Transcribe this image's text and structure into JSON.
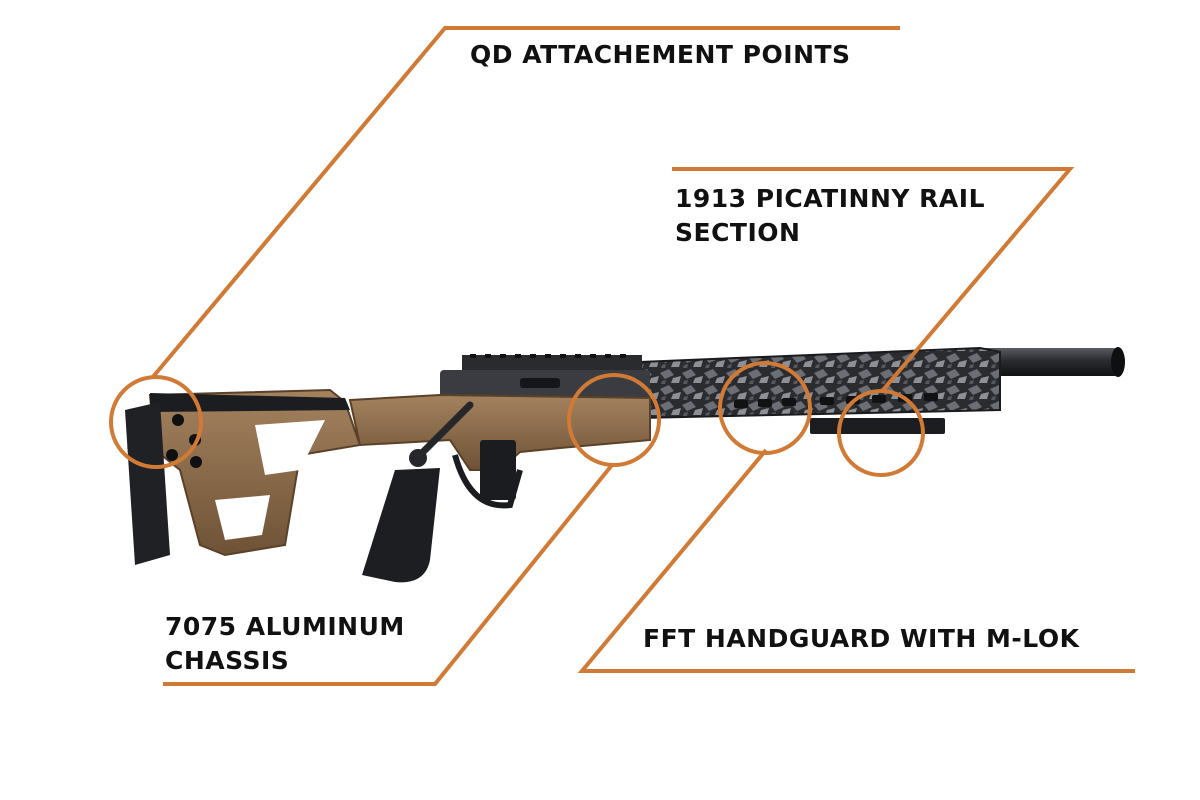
{
  "callouts": {
    "qd_points": {
      "text": "QD ATTACHEMENT POINTS"
    },
    "picatinny_rail": {
      "line1": "1913 PICATINNY RAIL",
      "line2": "SECTION"
    },
    "chassis": {
      "line1": "7075 ALUMINUM",
      "line2": "CHASSIS"
    },
    "handguard": {
      "text": "FFT HANDGUARD WITH M-LOK"
    }
  },
  "colors": {
    "accent": "#D17A35",
    "text": "#111111",
    "background": "#ffffff",
    "chassis_bronze": "#8a6a4a",
    "carbon": "#2e2f33",
    "metal_dark": "#1b1c1f"
  }
}
